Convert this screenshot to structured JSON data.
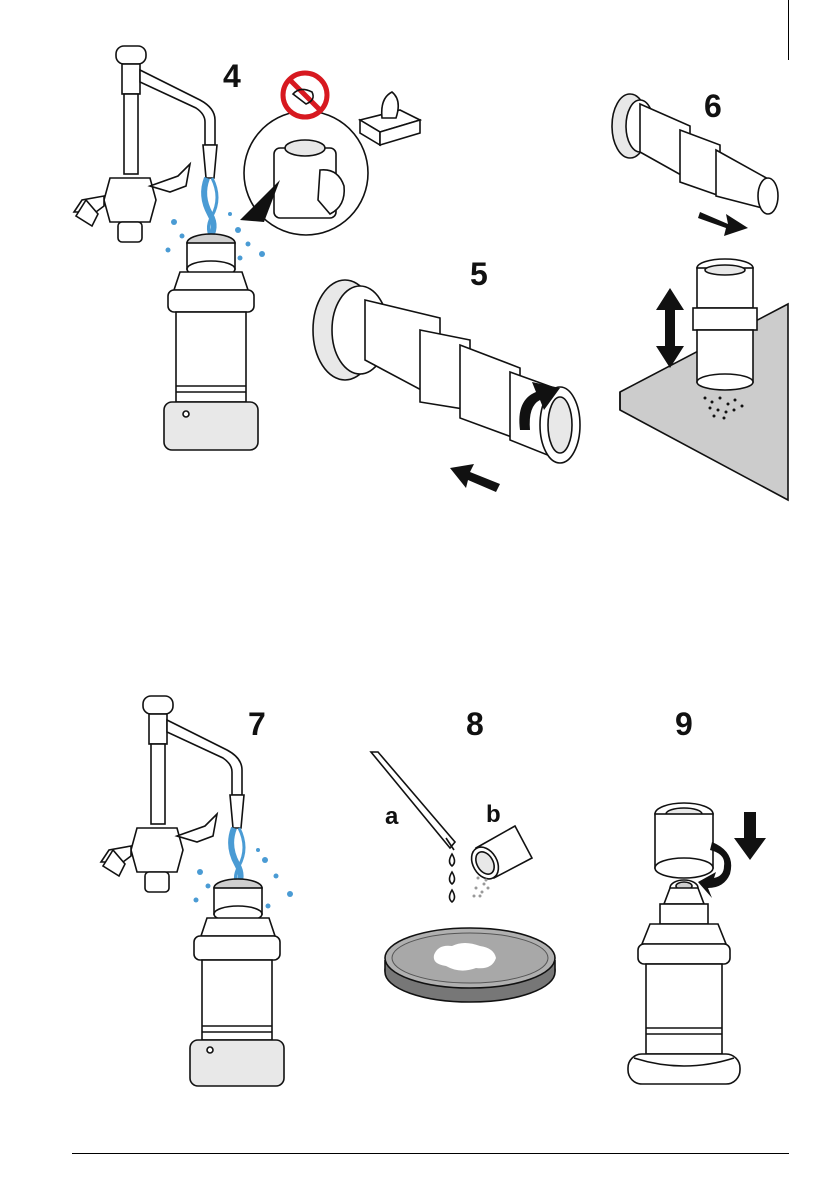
{
  "steps": [
    {
      "number": "4"
    },
    {
      "number": "5"
    },
    {
      "number": "6"
    },
    {
      "number": "7"
    },
    {
      "number": "8",
      "sub_labels": [
        "a",
        "b"
      ]
    },
    {
      "number": "9"
    }
  ],
  "icons": {
    "prohibited": "no-wipe-prohibition-icon",
    "tissue": "tissue-box-icon"
  },
  "colors": {
    "water": "#4a9bd4",
    "prohibition_red": "#d71920",
    "line": "#111111",
    "surface": "#cccccc"
  }
}
